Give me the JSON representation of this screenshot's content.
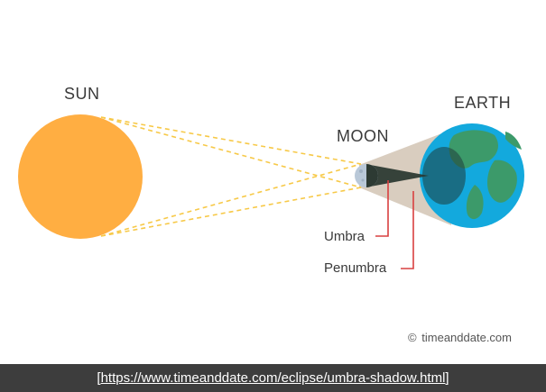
{
  "labels": {
    "sun": "SUN",
    "moon": "MOON",
    "earth": "EARTH",
    "umbra": "Umbra",
    "penumbra": "Penumbra"
  },
  "credit": {
    "symbol": "©",
    "text": "timeanddate.com"
  },
  "caption": "[https://www.timeanddate.com/eclipse/umbra-shadow.html]",
  "colors": {
    "sun": "#ffae42",
    "moon": "#b9c8d8",
    "earth_ocean": "#13a9dd",
    "earth_land": "#3c9a6a",
    "penumbra": "#d9cdbf",
    "umbra": "#2d3a33",
    "sun_rays": "#f7c948",
    "pointer": "#d94040"
  }
}
